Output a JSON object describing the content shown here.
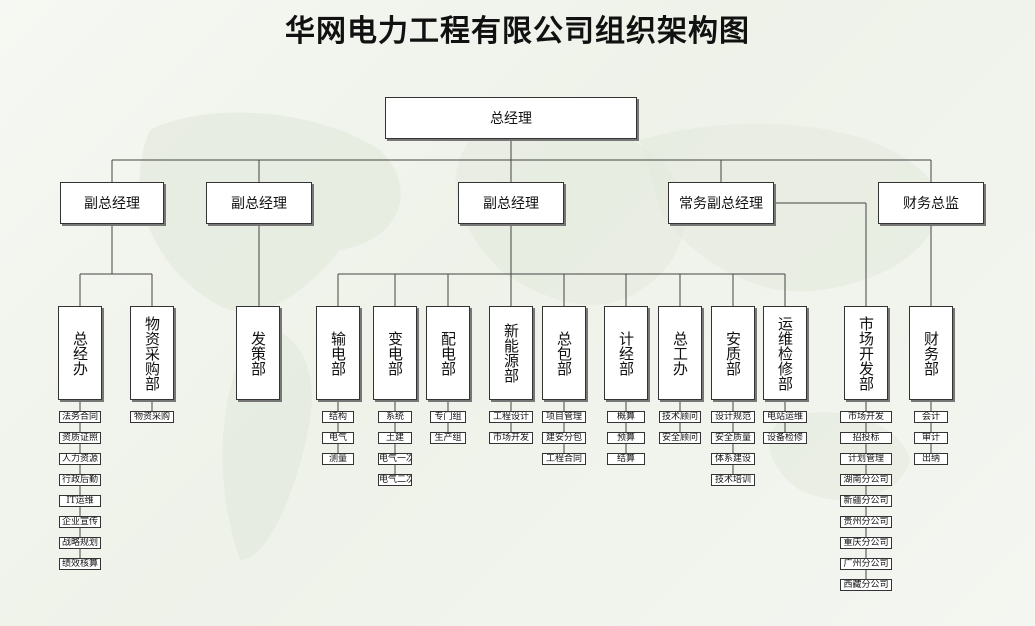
{
  "title": "华网电力工程有限公司组织架构图",
  "ceo": "总经理",
  "roles": [
    {
      "label": "副总经理"
    },
    {
      "label": "副总经理"
    },
    {
      "label": "副总经理"
    },
    {
      "label": "常务副总经理"
    },
    {
      "label": "财务总监"
    }
  ],
  "departments": [
    {
      "label": "总经办",
      "items": [
        "法务合同",
        "资质证照",
        "人力资源",
        "行政后勤",
        "IT运维",
        "企业宣传",
        "战略规划",
        "绩效核算"
      ]
    },
    {
      "label": "物资采购部",
      "items": [
        "物资采购"
      ]
    },
    {
      "label": "发策部",
      "items": []
    },
    {
      "label": "输电部",
      "items": [
        "结构",
        "电气",
        "测量"
      ]
    },
    {
      "label": "变电部",
      "items": [
        "系统",
        "土建",
        "电气一次",
        "电气二次"
      ]
    },
    {
      "label": "配电部",
      "items": [
        "专门组",
        "生产组"
      ]
    },
    {
      "label": "新能源部",
      "items": [
        "工程设计",
        "市场开发"
      ]
    },
    {
      "label": "总包部",
      "items": [
        "项目管理",
        "建安分包",
        "工程合同"
      ]
    },
    {
      "label": "计经部",
      "items": [
        "概算",
        "预算",
        "结算"
      ]
    },
    {
      "label": "总工办",
      "items": [
        "技术顾问",
        "安全顾问"
      ]
    },
    {
      "label": "安质部",
      "items": [
        "设计规范",
        "安全质量",
        "体系建设",
        "技术培训"
      ]
    },
    {
      "label": "运维检修部",
      "items": [
        "电站运维",
        "设备检修"
      ]
    },
    {
      "label": "市场开发部",
      "items": [
        "市场开发",
        "招投标",
        "计划管理",
        "湖南分公司",
        "新疆分公司",
        "贵州分公司",
        "重庆分公司",
        "广州分公司",
        "西藏分公司"
      ]
    },
    {
      "label": "财务部",
      "items": [
        "会计",
        "审计",
        "出纳"
      ]
    }
  ]
}
